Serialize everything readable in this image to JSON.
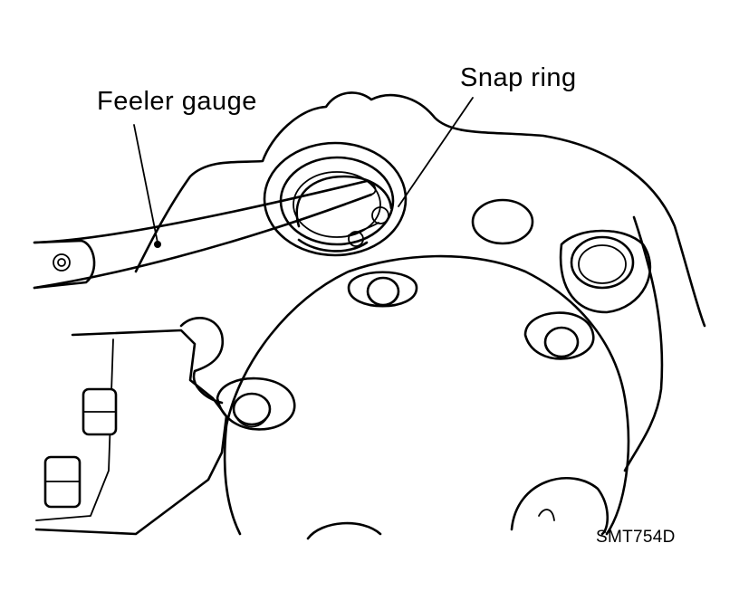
{
  "labels": {
    "feeler_gauge": "Feeler gauge",
    "snap_ring": "Snap ring",
    "figure_code": "SMT754D"
  },
  "colors": {
    "ink": "#000000",
    "paper": "#ffffff"
  }
}
